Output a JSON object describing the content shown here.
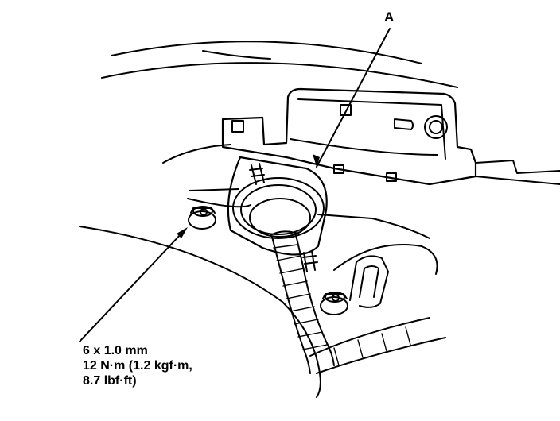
{
  "callout": {
    "letter": "A"
  },
  "spec": {
    "bolt_size": "6 x 1.0 mm",
    "torque_line1": "12 N·m (1.2 kgf·m,",
    "torque_line2": "8.7 lbf·ft)"
  },
  "colors": {
    "ink": "#000000",
    "paper": "#ffffff"
  },
  "icons": [
    "flange-nut-icon",
    "stud-bolt-icon",
    "arrow-icon"
  ]
}
